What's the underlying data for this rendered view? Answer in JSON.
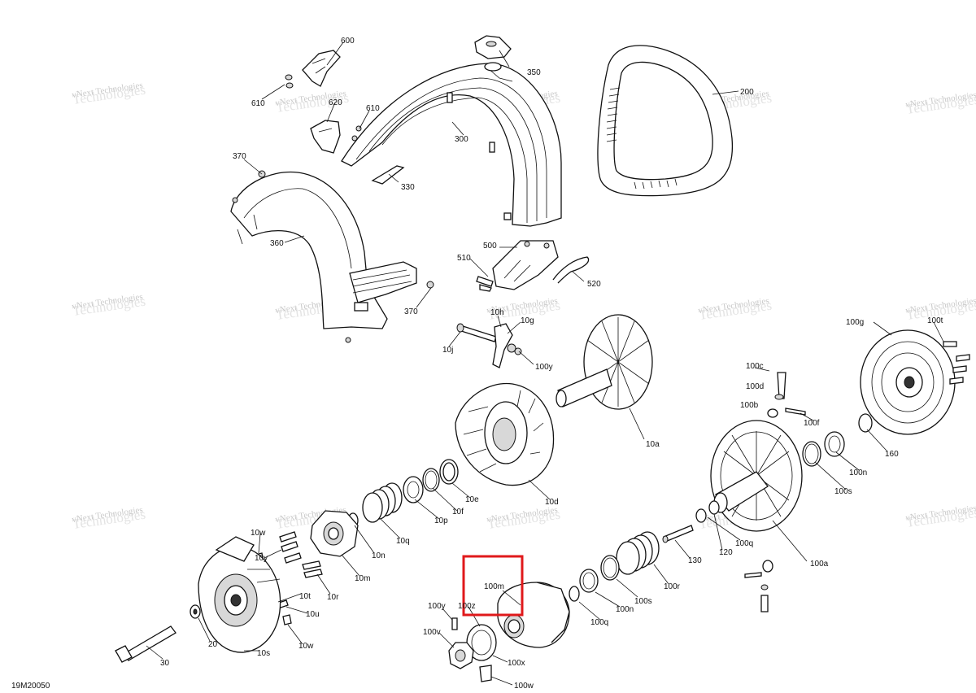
{
  "diagram_code": "19M20050",
  "watermark": {
    "line1": "vNext Technologies",
    "line2": "Technologies"
  },
  "highlight": {
    "part": "100m",
    "color": "#e0191b"
  },
  "parts": [
    "600",
    "350",
    "610",
    "620",
    "610",
    "300",
    "200",
    "370",
    "330",
    "360",
    "510",
    "500",
    "520",
    "370",
    "10h",
    "10g",
    "10j",
    "100y",
    "10a",
    "100c",
    "100d",
    "100b",
    "100f",
    "100g",
    "100t",
    "10d",
    "10e",
    "10f",
    "10p",
    "10q",
    "100s",
    "100n",
    "160",
    "10w",
    "10n",
    "10y",
    "10m",
    "10t",
    "10r",
    "10u",
    "10w",
    "100q",
    "120",
    "130",
    "100a",
    "100r",
    "100s",
    "100m",
    "100y",
    "100z",
    "100v",
    "100x",
    "100w",
    "100q",
    "100n",
    "20",
    "10s",
    "30"
  ]
}
